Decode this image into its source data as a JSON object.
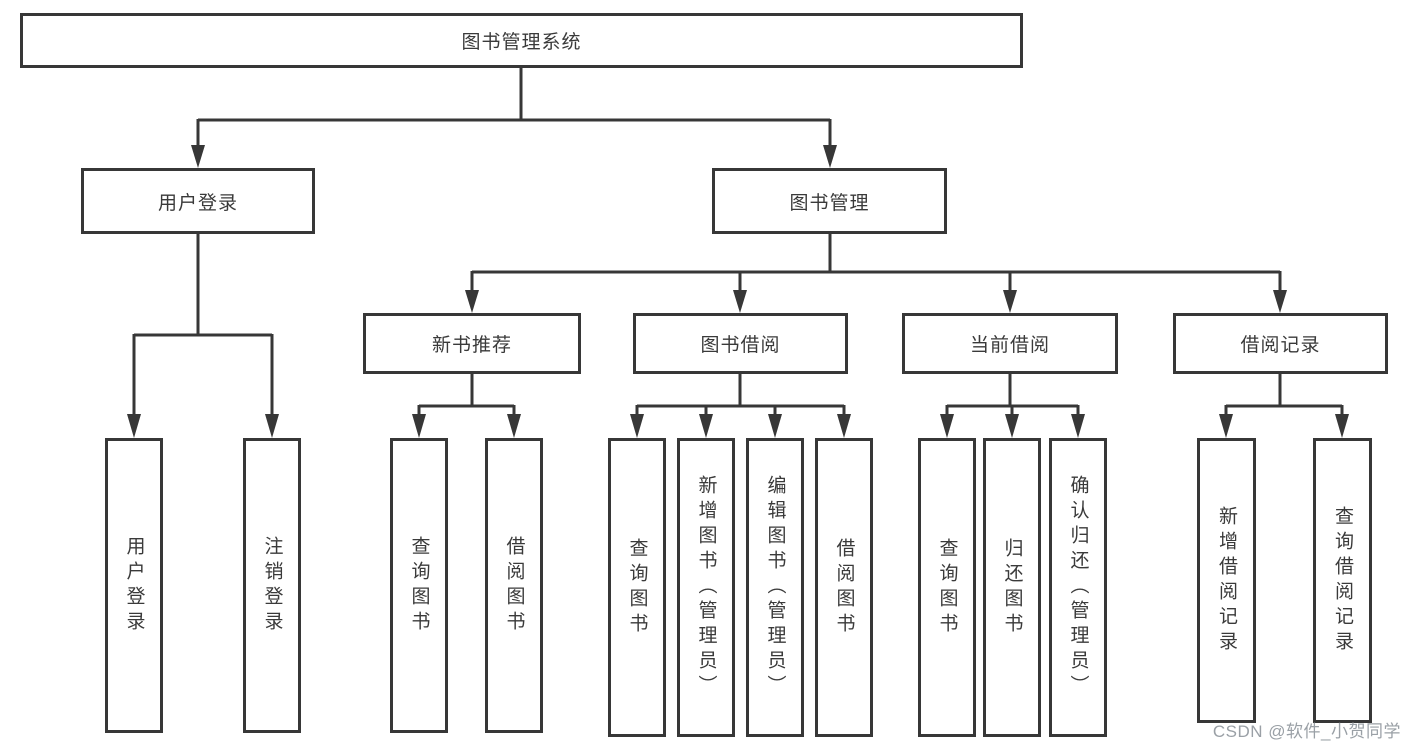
{
  "colors": {
    "line": "#373737",
    "box_border": "#373737",
    "text": "#3a3a3a",
    "background": "#ffffff",
    "watermark": "#9aa0a6"
  },
  "root": {
    "label": "图书管理系统"
  },
  "branches": [
    {
      "label": "用户登录",
      "children": [
        {
          "label": "用户登录"
        },
        {
          "label": "注销登录"
        }
      ]
    },
    {
      "label": "图书管理",
      "children": [
        {
          "label": "新书推荐",
          "children": [
            {
              "label": "查询图书"
            },
            {
              "label": "借阅图书"
            }
          ]
        },
        {
          "label": "图书借阅",
          "children": [
            {
              "label": "查询图书"
            },
            {
              "label": "新增图书（管理员）"
            },
            {
              "label": "编辑图书（管理员）"
            },
            {
              "label": "借阅图书"
            }
          ]
        },
        {
          "label": "当前借阅",
          "children": [
            {
              "label": "查询图书"
            },
            {
              "label": "归还图书"
            },
            {
              "label": "确认归还（管理员）"
            }
          ]
        },
        {
          "label": "借阅记录",
          "children": [
            {
              "label": "新增借阅记录"
            },
            {
              "label": "查询借阅记录"
            }
          ]
        }
      ]
    }
  ],
  "watermark": "CSDN @软件_小贺同学"
}
